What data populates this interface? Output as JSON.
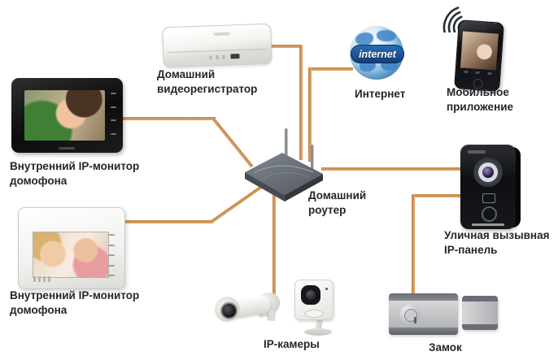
{
  "diagram": {
    "background_color": "#ffffff",
    "cable_color": "#d49a62",
    "label_color": "#262626",
    "nodes": {
      "nvr": {
        "label": "Домашний видеорегистратор"
      },
      "monitor_top": {
        "label": "Внутренний IP-монитор домофона"
      },
      "monitor_bottom": {
        "label": "Внутренний IP-монитор домофона"
      },
      "router": {
        "label": "Домашний роутер"
      },
      "internet": {
        "label": "Интернет",
        "badge": "internet"
      },
      "mobile": {
        "label": "Мобильное приложение"
      },
      "door_panel": {
        "label": "Уличная вызывная IP-панель"
      },
      "cameras": {
        "label": "IP-камеры"
      },
      "lock": {
        "label": "Замок"
      }
    },
    "connections": [
      {
        "from": "monitor_top",
        "to": "router"
      },
      {
        "from": "monitor_bottom",
        "to": "router"
      },
      {
        "from": "nvr",
        "to": "router"
      },
      {
        "from": "internet",
        "to": "router"
      },
      {
        "from": "router",
        "to": "door_panel"
      },
      {
        "from": "router",
        "to": "cameras"
      },
      {
        "from": "door_panel",
        "to": "lock"
      },
      {
        "from": "internet",
        "to": "mobile",
        "type": "wireless"
      }
    ]
  }
}
